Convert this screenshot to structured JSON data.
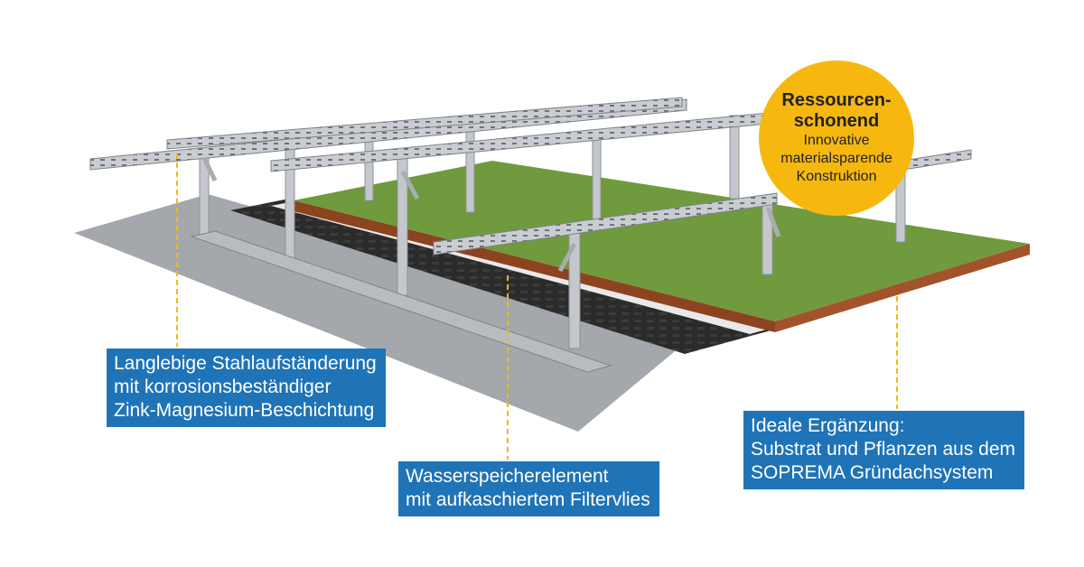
{
  "callouts": {
    "steel": [
      "Langlebige Stahlaufständerung",
      "mit korrosionsbeständiger",
      "Zink-Magnesium-Beschichtung"
    ],
    "water": [
      "Wasserspeicherelement",
      "mit aufkaschiertem Filtervlies"
    ],
    "substrate": [
      "Ideale Ergänzung:",
      "Substrat und Pflanzen aus dem",
      "SOPREMA Gründachsystem"
    ]
  },
  "badge": {
    "title_1": "Ressourcen-",
    "title_2": "schonend",
    "line_1": "Innovative",
    "line_2": "materialsparende",
    "line_3": "Konstruktion"
  },
  "colors": {
    "callout_bg": "#1f73b7",
    "badge_bg": "#f6b80f",
    "leader_line": "#f6b80f",
    "roof_gray": "#a4a7ab",
    "green_roof": "#6f9a3e",
    "soil": "#9b4a22",
    "drain_mat": "#2b2b2b",
    "steel": "#c9cdd1"
  }
}
